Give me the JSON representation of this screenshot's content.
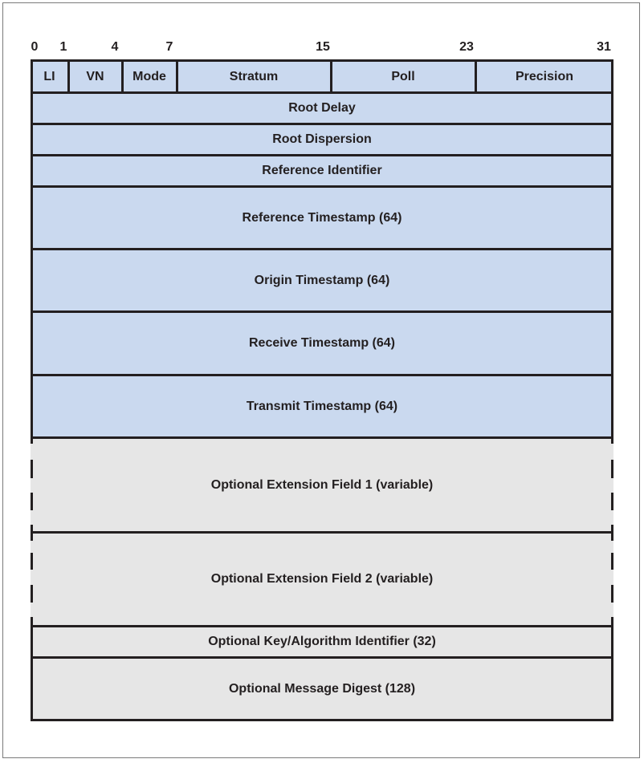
{
  "bit_labels": [
    "0",
    "1",
    "4",
    "7",
    "15",
    "23",
    "31"
  ],
  "header_fields": {
    "li": "LI",
    "vn": "VN",
    "mode": "Mode",
    "stratum": "Stratum",
    "poll": "Poll",
    "precision": "Precision"
  },
  "rows": {
    "root_delay": "Root Delay",
    "root_dispersion": "Root Dispersion",
    "reference_identifier": "Reference Identifier",
    "reference_timestamp": "Reference Timestamp (64)",
    "origin_timestamp": "Origin Timestamp (64)",
    "receive_timestamp": "Receive Timestamp (64)",
    "transmit_timestamp": "Transmit Timestamp (64)",
    "extension_field_1": "Optional Extension Field 1 (variable)",
    "extension_field_2": "Optional Extension Field 2 (variable)",
    "key_algorithm_identifier": "Optional Key/Algorithm Identifier (32)",
    "message_digest": "Optional Message Digest (128)"
  },
  "colors": {
    "required_fields": "#cad9ef",
    "optional_fields": "#e6e6e6",
    "lines": "#231f20"
  }
}
